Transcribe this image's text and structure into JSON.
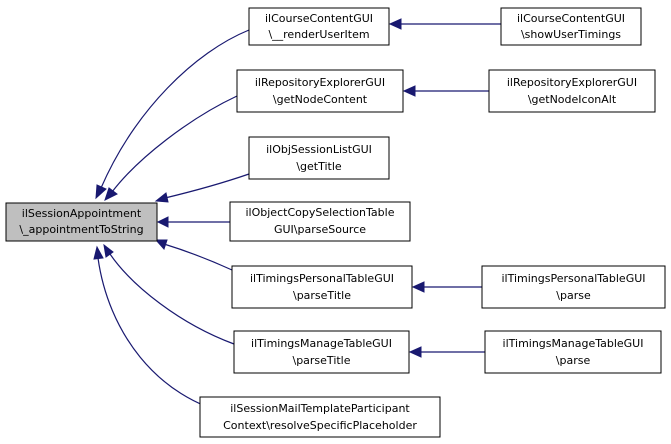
{
  "diagram": {
    "edge_color": "#191970",
    "root_fill": "#bfbfbf",
    "node_fill": "#ffffff",
    "nodes": [
      {
        "id": "root",
        "lines": [
          "ilSessionAppointment",
          "\\_appointmentToString"
        ]
      },
      {
        "id": "n1",
        "lines": [
          "ilCourseContentGUI",
          "\\__renderUserItem"
        ]
      },
      {
        "id": "n2",
        "lines": [
          "ilCourseContentGUI",
          "\\showUserTimings"
        ]
      },
      {
        "id": "n3",
        "lines": [
          "ilRepositoryExplorerGUI",
          "\\getNodeContent"
        ]
      },
      {
        "id": "n4",
        "lines": [
          "ilRepositoryExplorerGUI",
          "\\getNodeIconAlt"
        ]
      },
      {
        "id": "n5",
        "lines": [
          "ilObjSessionListGUI",
          "\\getTitle"
        ]
      },
      {
        "id": "n6",
        "lines": [
          "ilObjectCopySelectionTable",
          "GUI\\parseSource"
        ]
      },
      {
        "id": "n7",
        "lines": [
          "ilTimingsPersonalTableGUI",
          "\\parseTitle"
        ]
      },
      {
        "id": "n8",
        "lines": [
          "ilTimingsPersonalTableGUI",
          "\\parse"
        ]
      },
      {
        "id": "n9",
        "lines": [
          "ilTimingsManageTableGUI",
          "\\parseTitle"
        ]
      },
      {
        "id": "n10",
        "lines": [
          "ilTimingsManageTableGUI",
          "\\parse"
        ]
      },
      {
        "id": "n11",
        "lines": [
          "ilSessionMailTemplateParticipant",
          "Context\\resolveSpecificPlaceholder"
        ]
      }
    ],
    "edges": [
      {
        "from": "n1",
        "to": "root"
      },
      {
        "from": "n3",
        "to": "root"
      },
      {
        "from": "n5",
        "to": "root"
      },
      {
        "from": "n6",
        "to": "root"
      },
      {
        "from": "n7",
        "to": "root"
      },
      {
        "from": "n9",
        "to": "root"
      },
      {
        "from": "n11",
        "to": "root"
      },
      {
        "from": "n2",
        "to": "n1"
      },
      {
        "from": "n4",
        "to": "n3"
      },
      {
        "from": "n8",
        "to": "n7"
      },
      {
        "from": "n10",
        "to": "n9"
      }
    ]
  }
}
